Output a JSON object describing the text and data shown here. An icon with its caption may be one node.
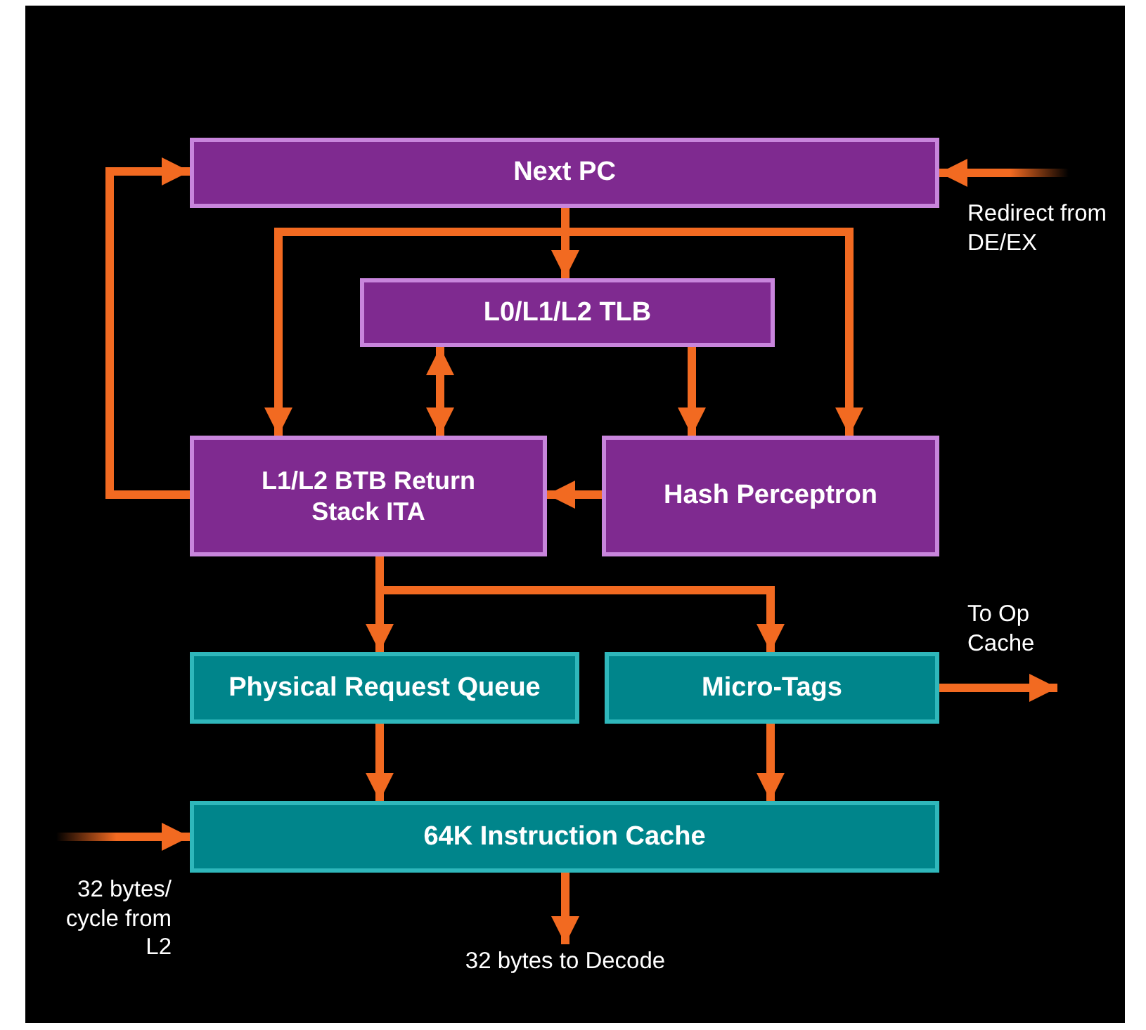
{
  "diagram": {
    "nodes": [
      {
        "text": [
          "Next PC"
        ]
      },
      {
        "text": [
          "L0/L1/L2 TLB"
        ]
      },
      {
        "text": [
          "L1/L2 BTB Return Stack ITA"
        ]
      },
      {
        "text": [
          "Hash Perceptron"
        ]
      },
      {
        "text": [
          "Physical Request Queue"
        ]
      },
      {
        "text": [
          "Micro-Tags"
        ]
      },
      {
        "text": [
          "64K Instruction Cache"
        ]
      },
      {
        "text": [
          "32 bytes to Decode"
        ]
      }
    ],
    "edges": [
      {
        "from": 2,
        "to": 0,
        "arrow": "to"
      },
      {
        "from": 0,
        "to": 1,
        "arrow": "to"
      },
      {
        "from": 0,
        "to": 2,
        "arrow": "to"
      },
      {
        "from": 0,
        "to": 3,
        "arrow": "to"
      },
      {
        "from": 1,
        "to": 2,
        "arrow": "both"
      },
      {
        "from": 1,
        "to": 3,
        "arrow": "to"
      },
      {
        "from": 3,
        "to": 2,
        "arrow": "to"
      },
      {
        "from": 2,
        "to": 4,
        "arrow": "to"
      },
      {
        "from": 2,
        "to": 5,
        "arrow": "to"
      },
      {
        "from": 4,
        "to": 6,
        "arrow": "to"
      },
      {
        "from": 5,
        "to": 6,
        "arrow": "to"
      },
      {
        "from": 5,
        "to": null,
        "arrow": "to"
      },
      {
        "from": null,
        "to": 0,
        "arrow": "to"
      },
      {
        "from": null,
        "to": 6,
        "arrow": "to"
      },
      {
        "from": 6,
        "to": 7,
        "arrow": "to"
      }
    ],
    "labels": [
      "Redirect from DE/EX",
      "To Op Cache",
      "32 bytes/ cycle from L2"
    ]
  }
}
